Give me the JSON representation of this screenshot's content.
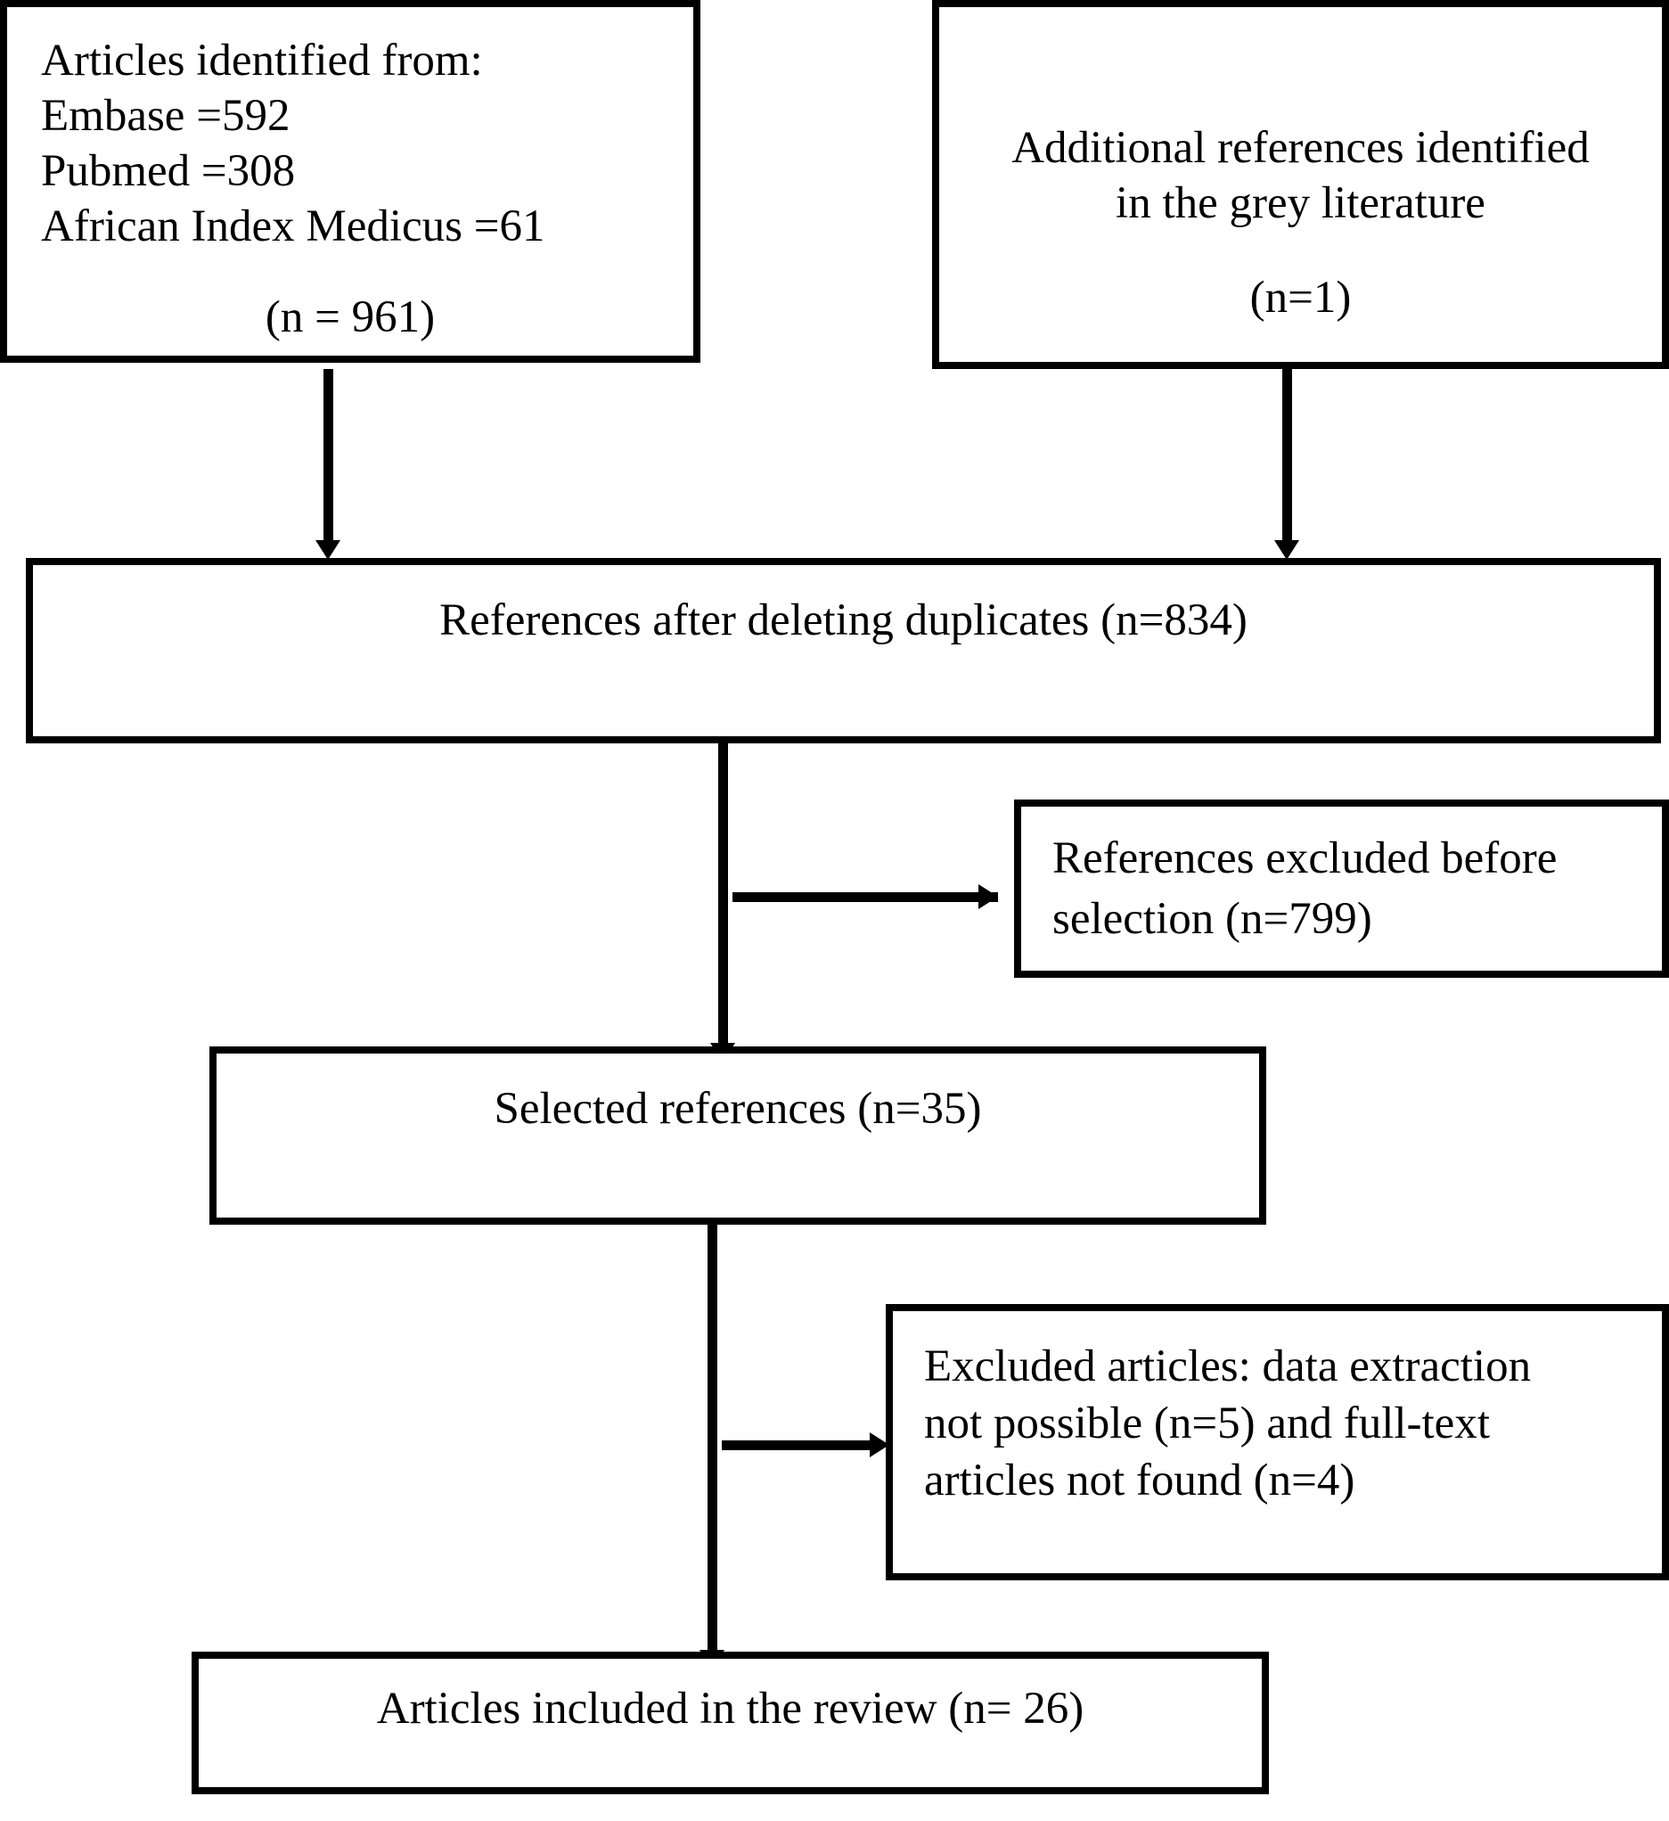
{
  "flowchart": {
    "sources_box": {
      "lines": [
        "Articles identified from:",
        "Embase =592",
        "Pubmed =308",
        "African Index Medicus =61"
      ],
      "count": "(n = 961)"
    },
    "grey_box": {
      "lines": [
        "Additional references identified",
        "in the grey literature"
      ],
      "count": "(n=1)"
    },
    "dedup_box": {
      "text": "References after deleting duplicates (n=834)"
    },
    "excluded_before_box": {
      "lines": [
        "References excluded before",
        "selection (n=799)"
      ]
    },
    "selected_box": {
      "text": "Selected references (n=35)"
    },
    "excluded_articles_box": {
      "lines": [
        "Excluded articles: data extraction",
        "not possible (n=5) and full-text",
        "articles not found (n=4)"
      ]
    },
    "included_box": {
      "text": "Articles included in the review (n= 26)"
    }
  }
}
